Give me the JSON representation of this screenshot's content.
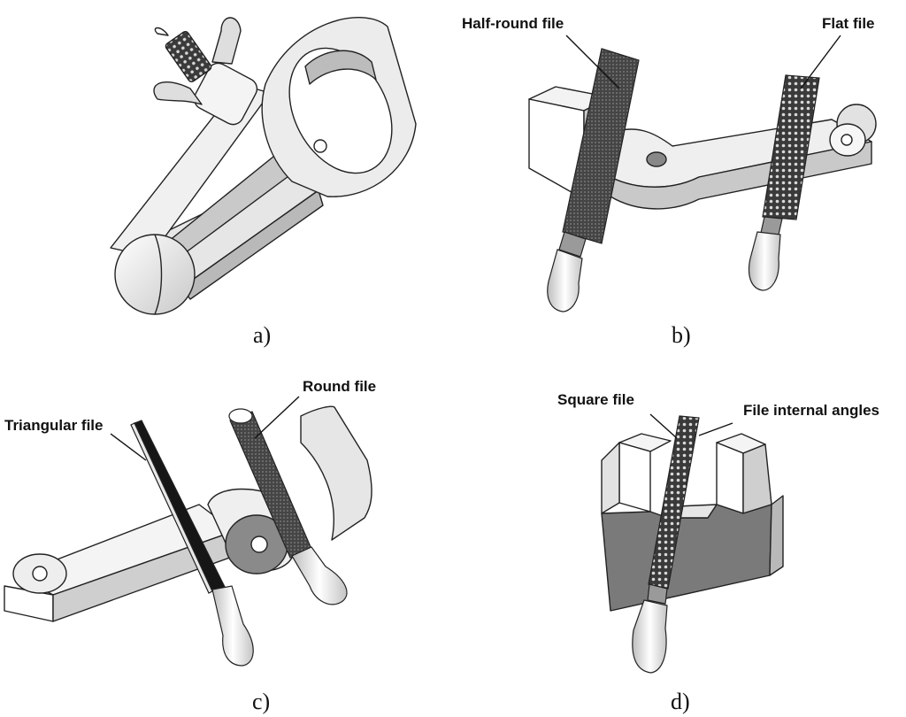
{
  "panels": {
    "a": {
      "caption": "a)"
    },
    "b": {
      "caption": "b)",
      "labels": {
        "half_round": "Half-round file",
        "flat": "Flat file"
      }
    },
    "c": {
      "caption": "c)",
      "labels": {
        "triangular": "Triangular file",
        "round": "Round file"
      }
    },
    "d": {
      "caption": "d)",
      "labels": {
        "square": "Square file",
        "internal_angles": "File internal angles"
      }
    }
  },
  "colors": {
    "line": "#222222",
    "part_light": "#f1f1f1",
    "part_mid": "#d4d4d4",
    "part_dark": "#a9a9a9",
    "file_dark": "#3c3c3c"
  }
}
